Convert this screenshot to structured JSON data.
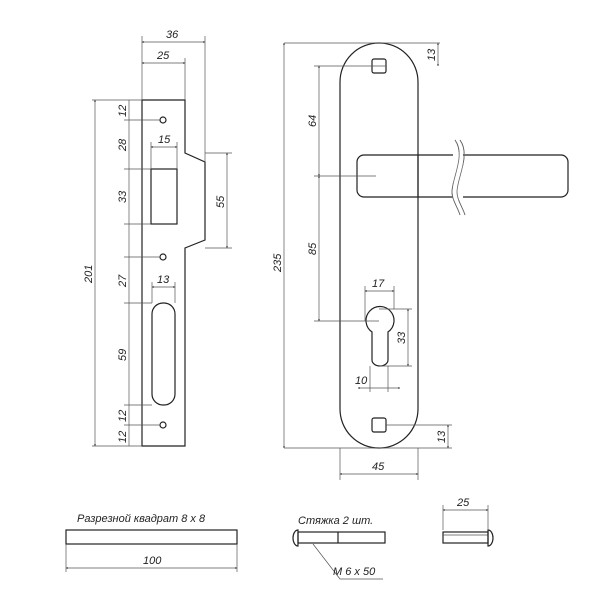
{
  "strike_plate": {
    "dims": {
      "width_total": "36",
      "width_plate": "25",
      "height_total": "201",
      "hole_top": "12",
      "to_rect": "28",
      "rect_height": "33",
      "rect_width": "15",
      "lip_height": "55",
      "to_slot": "27",
      "slot_width": "13",
      "slot_height": "59",
      "slot_to_hole": "12",
      "hole_bottom": "12"
    }
  },
  "handle_plate": {
    "dims": {
      "height_total": "235",
      "top_square": "13",
      "bottom_square": "13",
      "to_handle": "64",
      "handle_to_key": "85",
      "key_width": "17",
      "key_height": "33",
      "key_slot": "10",
      "width": "45"
    }
  },
  "spindle": {
    "label": "Разрезной квадрат 8 х 8",
    "length": "100"
  },
  "bolt": {
    "label": "Стяжка 2 шт.",
    "size": "M 6  x 50"
  },
  "sleeve": {
    "length": "25"
  }
}
